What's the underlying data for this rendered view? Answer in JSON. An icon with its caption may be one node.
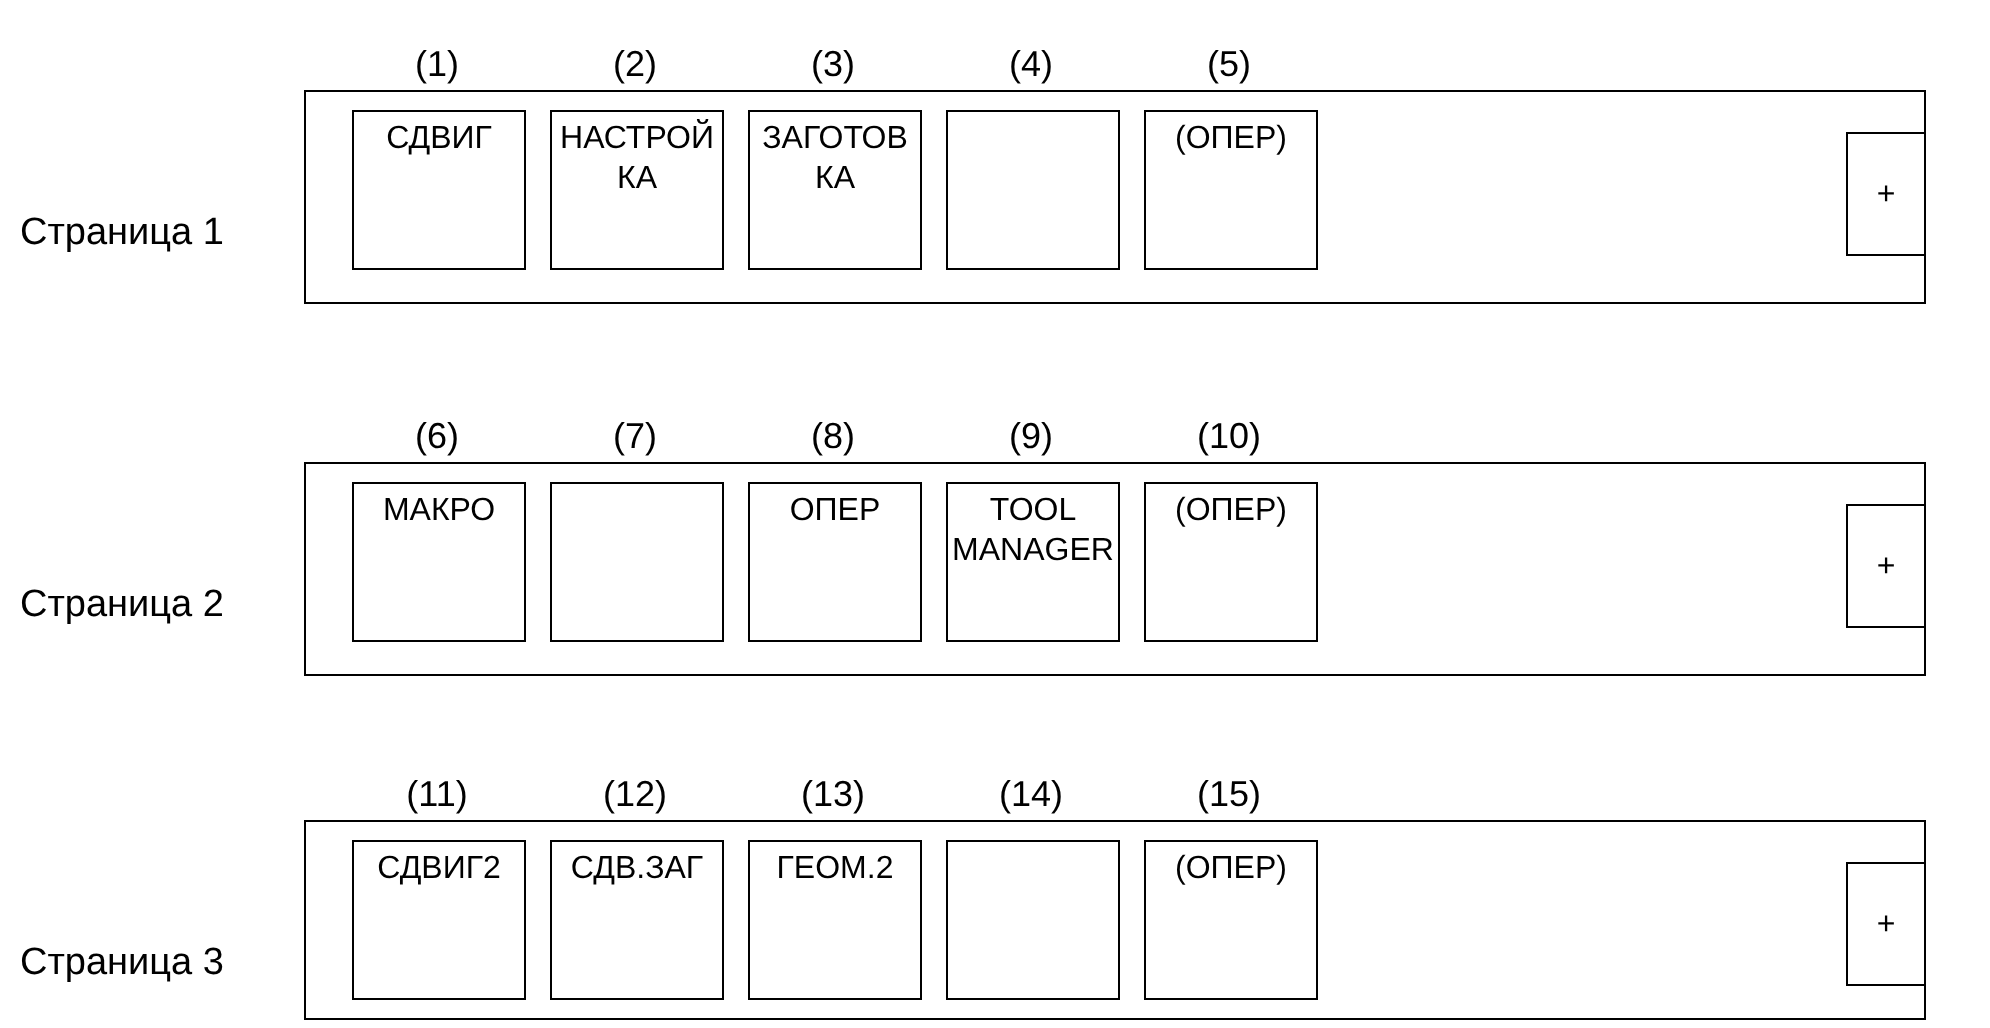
{
  "diagram": {
    "nodes": [
      {
        "text": [
          "Страница 1"
        ]
      },
      {
        "text": [
          "СДВИГ"
        ],
        "in": 0,
        "beside": [
          "(1)"
        ]
      },
      {
        "text": [
          "НАСТРОЙ КА"
        ],
        "in": 0,
        "beside": [
          "(2)"
        ]
      },
      {
        "text": [
          "ЗАГОТОВ КА"
        ],
        "in": 0,
        "beside": [
          "(3)"
        ]
      },
      {
        "text": [],
        "shape": "box",
        "in": 0,
        "beside": [
          "(4)"
        ]
      },
      {
        "text": [
          "(ОПЕР)"
        ],
        "in": 0,
        "beside": [
          "(5)"
        ]
      },
      {
        "text": [
          "+"
        ],
        "in": 0
      },
      {
        "text": [
          "Страница 2"
        ]
      },
      {
        "text": [
          "МАКРО"
        ],
        "in": 7,
        "beside": [
          "(6)"
        ]
      },
      {
        "text": [],
        "shape": "box",
        "in": 7,
        "beside": [
          "(7)"
        ]
      },
      {
        "text": [
          "ОПЕР"
        ],
        "in": 7,
        "beside": [
          "(8)"
        ]
      },
      {
        "text": [
          "TOOL MANAGER"
        ],
        "in": 7,
        "beside": [
          "(9)"
        ]
      },
      {
        "text": [
          "(ОПЕР)"
        ],
        "in": 7,
        "beside": [
          "(10)"
        ]
      },
      {
        "text": [
          "+"
        ],
        "in": 7
      },
      {
        "text": [
          "Страница 3"
        ]
      },
      {
        "text": [
          "СДВИГ2"
        ],
        "in": 14,
        "beside": [
          "(11)"
        ]
      },
      {
        "text": [
          "СДВ.ЗАГ"
        ],
        "in": 14,
        "beside": [
          "(12)"
        ]
      },
      {
        "text": [
          "ГЕОМ.2"
        ],
        "in": 14,
        "beside": [
          "(13)"
        ]
      },
      {
        "text": [],
        "shape": "box",
        "in": 14,
        "beside": [
          "(14)"
        ]
      },
      {
        "text": [
          "(ОПЕР)"
        ],
        "in": 14,
        "beside": [
          "(15)"
        ]
      },
      {
        "text": [
          "+"
        ],
        "in": 14
      }
    ],
    "edges": []
  }
}
